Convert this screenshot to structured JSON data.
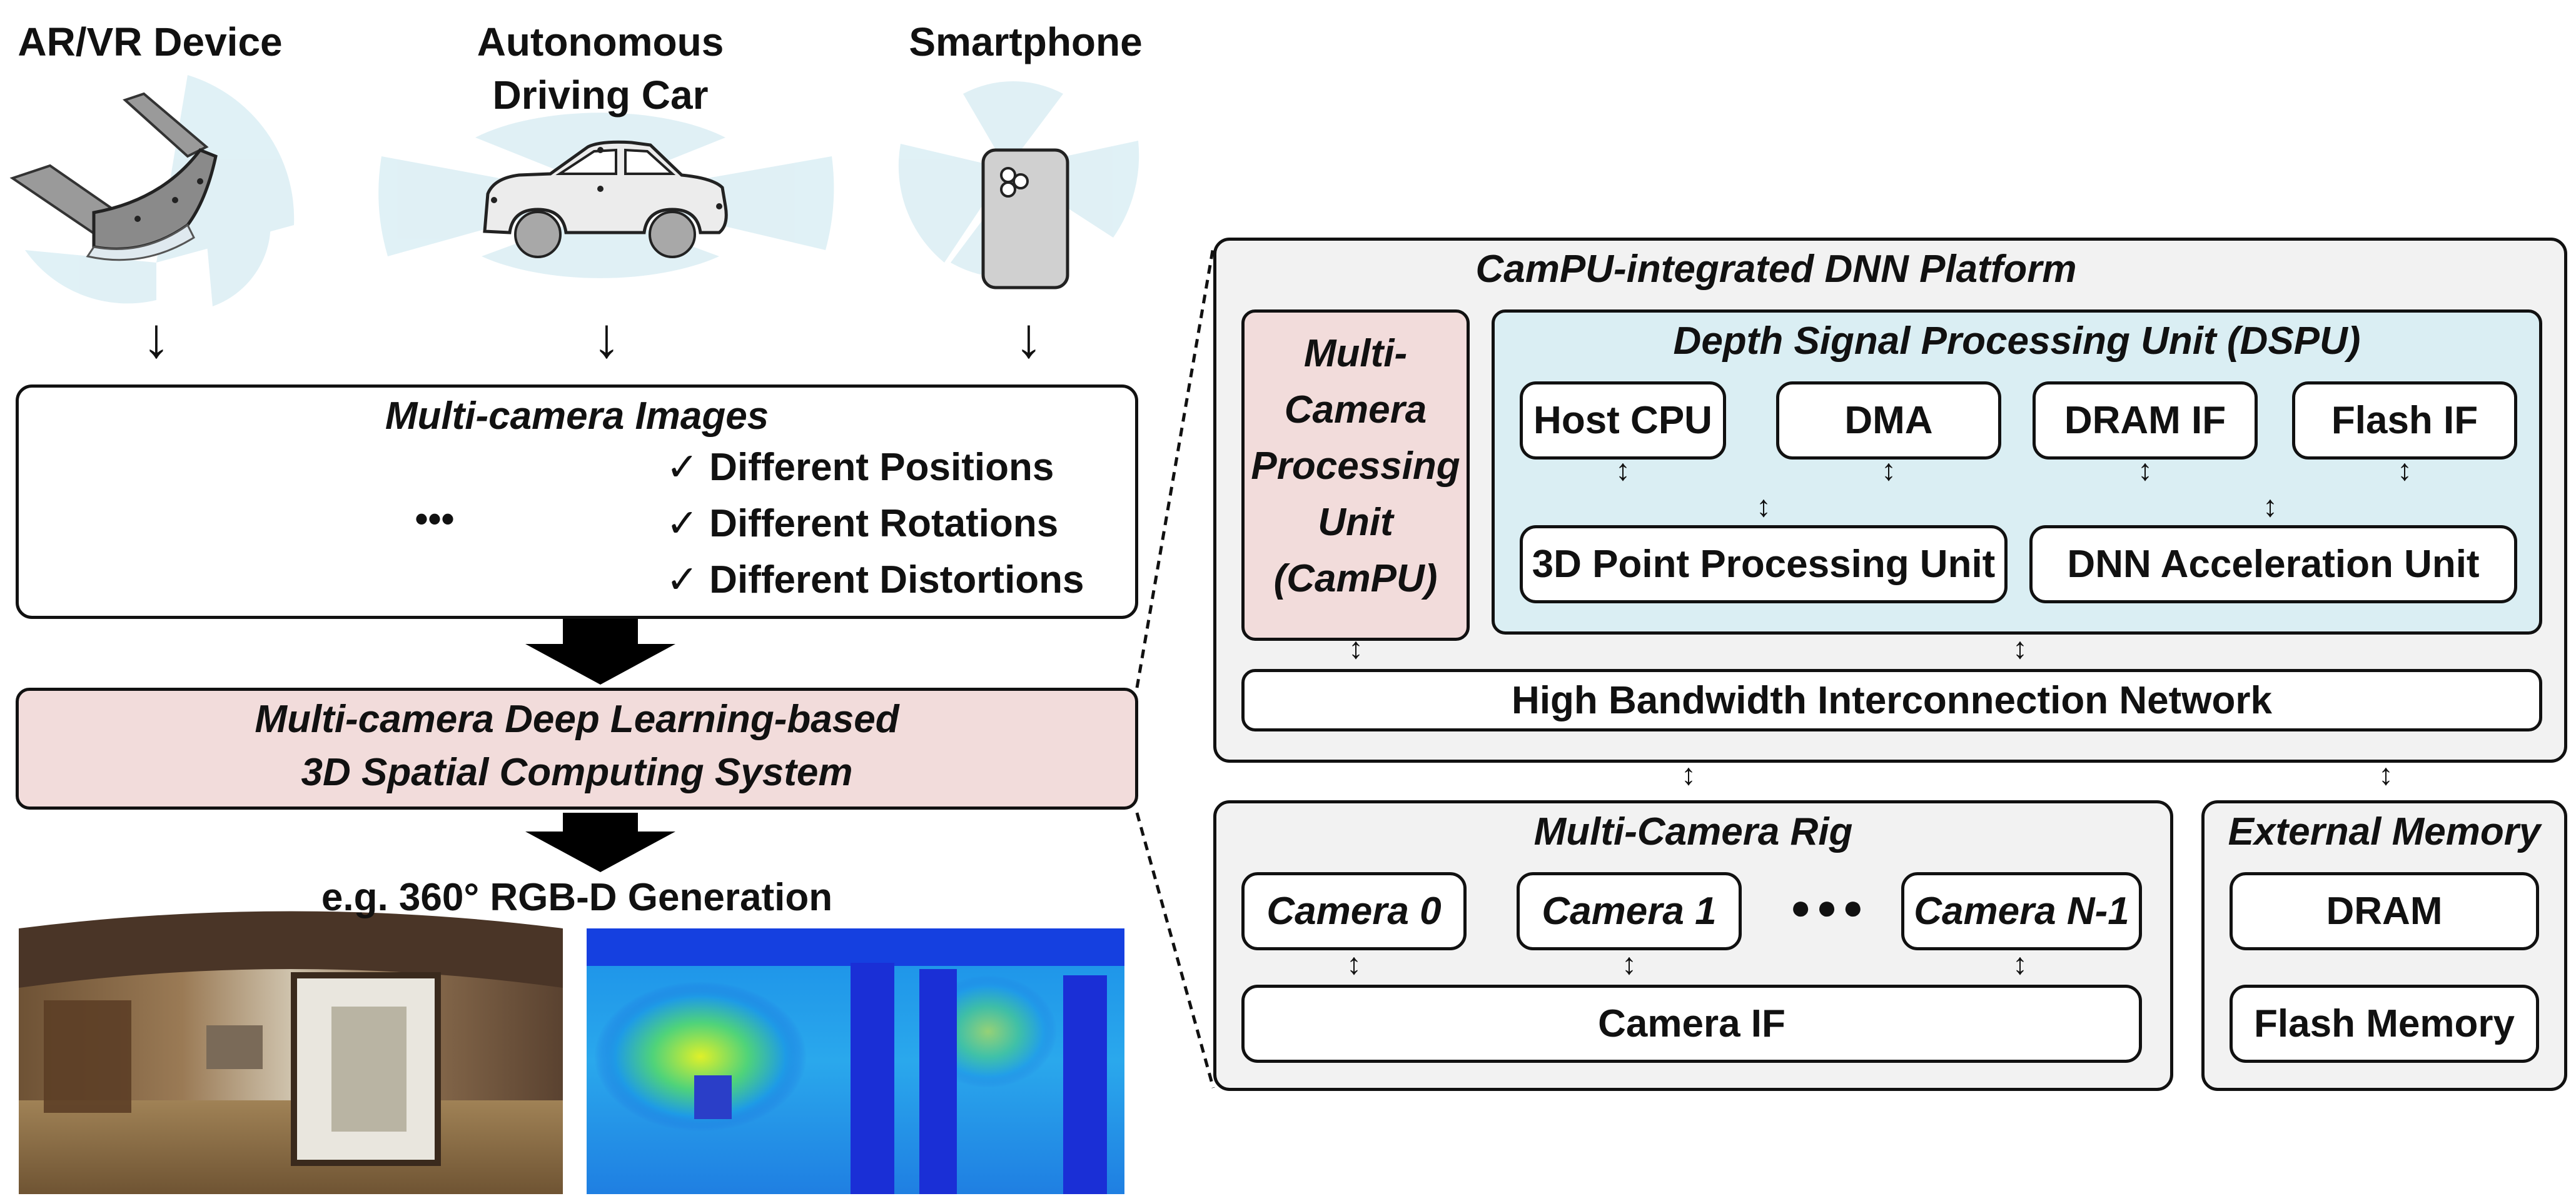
{
  "devices": {
    "arvr": "AR/VR Device",
    "car_line1": "Autonomous",
    "car_line2": "Driving Car",
    "phone": "Smartphone"
  },
  "images_panel": {
    "title": "Multi-camera Images",
    "ellipsis": "•••",
    "items": [
      "✓ Different Positions",
      "✓ Different Rotations",
      "✓ Different Distortions"
    ]
  },
  "system_box": {
    "line1": "Multi-camera Deep Learning-based",
    "line2": "3D Spatial Computing System"
  },
  "output": {
    "caption": "e.g. 360° RGB-D Generation"
  },
  "platform": {
    "title": "CamPU-integrated DNN Platform",
    "campu_lines": [
      "Multi-",
      "Camera",
      "Processing",
      "Unit",
      "(CamPU)"
    ],
    "dspu": {
      "title": "Depth Signal Processing Unit (DSPU)",
      "host_cpu": "Host CPU",
      "dma": "DMA",
      "dram_if": "DRAM IF",
      "flash_if": "Flash IF",
      "point_unit": "3D Point Processing Unit",
      "dnn_unit": "DNN Acceleration Unit"
    },
    "network": "High Bandwidth Interconnection Network"
  },
  "rig": {
    "title": "Multi-Camera Rig",
    "camera0": "Camera 0",
    "camera1": "Camera 1",
    "dots": "●●●",
    "cameraN": "Camera N-1",
    "camera_if": "Camera IF"
  },
  "memory": {
    "title": "External Memory",
    "dram": "DRAM",
    "flash": "Flash Memory"
  },
  "colors": {
    "campu_fill": "#f2dcdb",
    "dspu_fill": "#daeef3",
    "system_fill": "#f2dcdb",
    "platform_fill": "#f2f2f2",
    "fov_fill": "#dbeef4",
    "depth_far": "#1a2fd6",
    "depth_near": "#dff029"
  },
  "arrow_glyph": "↓",
  "bidir_glyph": "↕"
}
